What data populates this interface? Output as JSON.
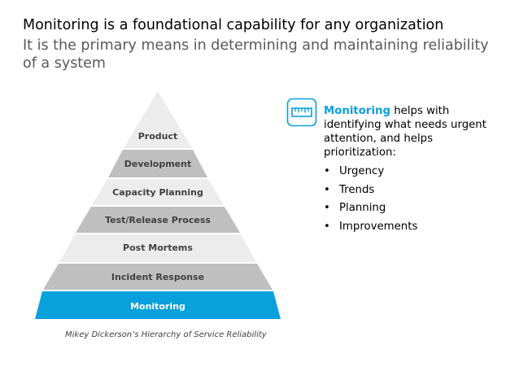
{
  "header": {
    "title": "Monitoring is a foundational capability for any organization",
    "subtitle": "It is the primary means in determining and maintaining reliability of a system"
  },
  "pyramid": {
    "levels": [
      {
        "label": "Product",
        "fill": "#ececec",
        "text_color": "#404040"
      },
      {
        "label": "Development",
        "fill": "#bfbfbf",
        "text_color": "#404040"
      },
      {
        "label": "Capacity Planning",
        "fill": "#ececec",
        "text_color": "#404040"
      },
      {
        "label": "Test/Release Process",
        "fill": "#bfbfbf",
        "text_color": "#404040"
      },
      {
        "label": "Post Mortems",
        "fill": "#ececec",
        "text_color": "#404040"
      },
      {
        "label": "Incident Response",
        "fill": "#bfbfbf",
        "text_color": "#404040"
      },
      {
        "label": "Monitoring",
        "fill": "#0aa0dc",
        "text_color": "#ffffff"
      }
    ],
    "caption": "Mikey Dickerson’s Hierarchy of Service Reliability"
  },
  "info": {
    "icon": "ruler-icon",
    "accent_color": "#0aa0dc",
    "highlight": "Monitoring",
    "text": " helps with identifying what needs urgent attention, and helps prioritization:",
    "bullets": [
      "Urgency",
      "Trends",
      "Planning",
      "Improvements"
    ]
  }
}
